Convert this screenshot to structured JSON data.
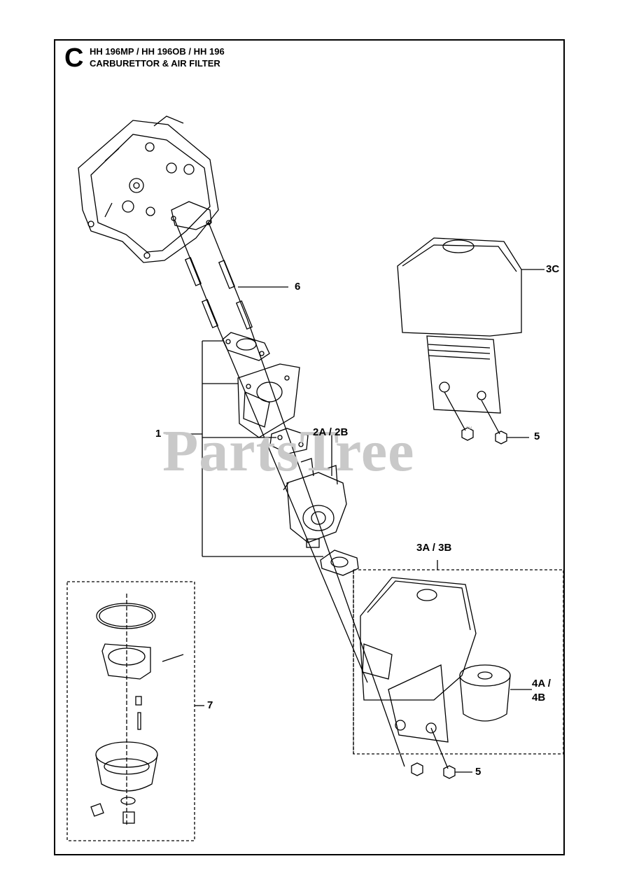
{
  "header": {
    "section_letter": "C",
    "models": "HH 196MP / HH 196OB / HH 196",
    "subtitle": "CARBURETTOR & AIR FILTER"
  },
  "watermark": {
    "text": "PartsTree",
    "tm": "™"
  },
  "callouts": {
    "c1": "1",
    "c2": "2A / 2B",
    "c3ab": "3A / 3B",
    "c3c": "3C",
    "c4a": "4A /",
    "c4b": "4B",
    "c5a": "5",
    "c5b": "5",
    "c6": "6",
    "c7": "7"
  }
}
